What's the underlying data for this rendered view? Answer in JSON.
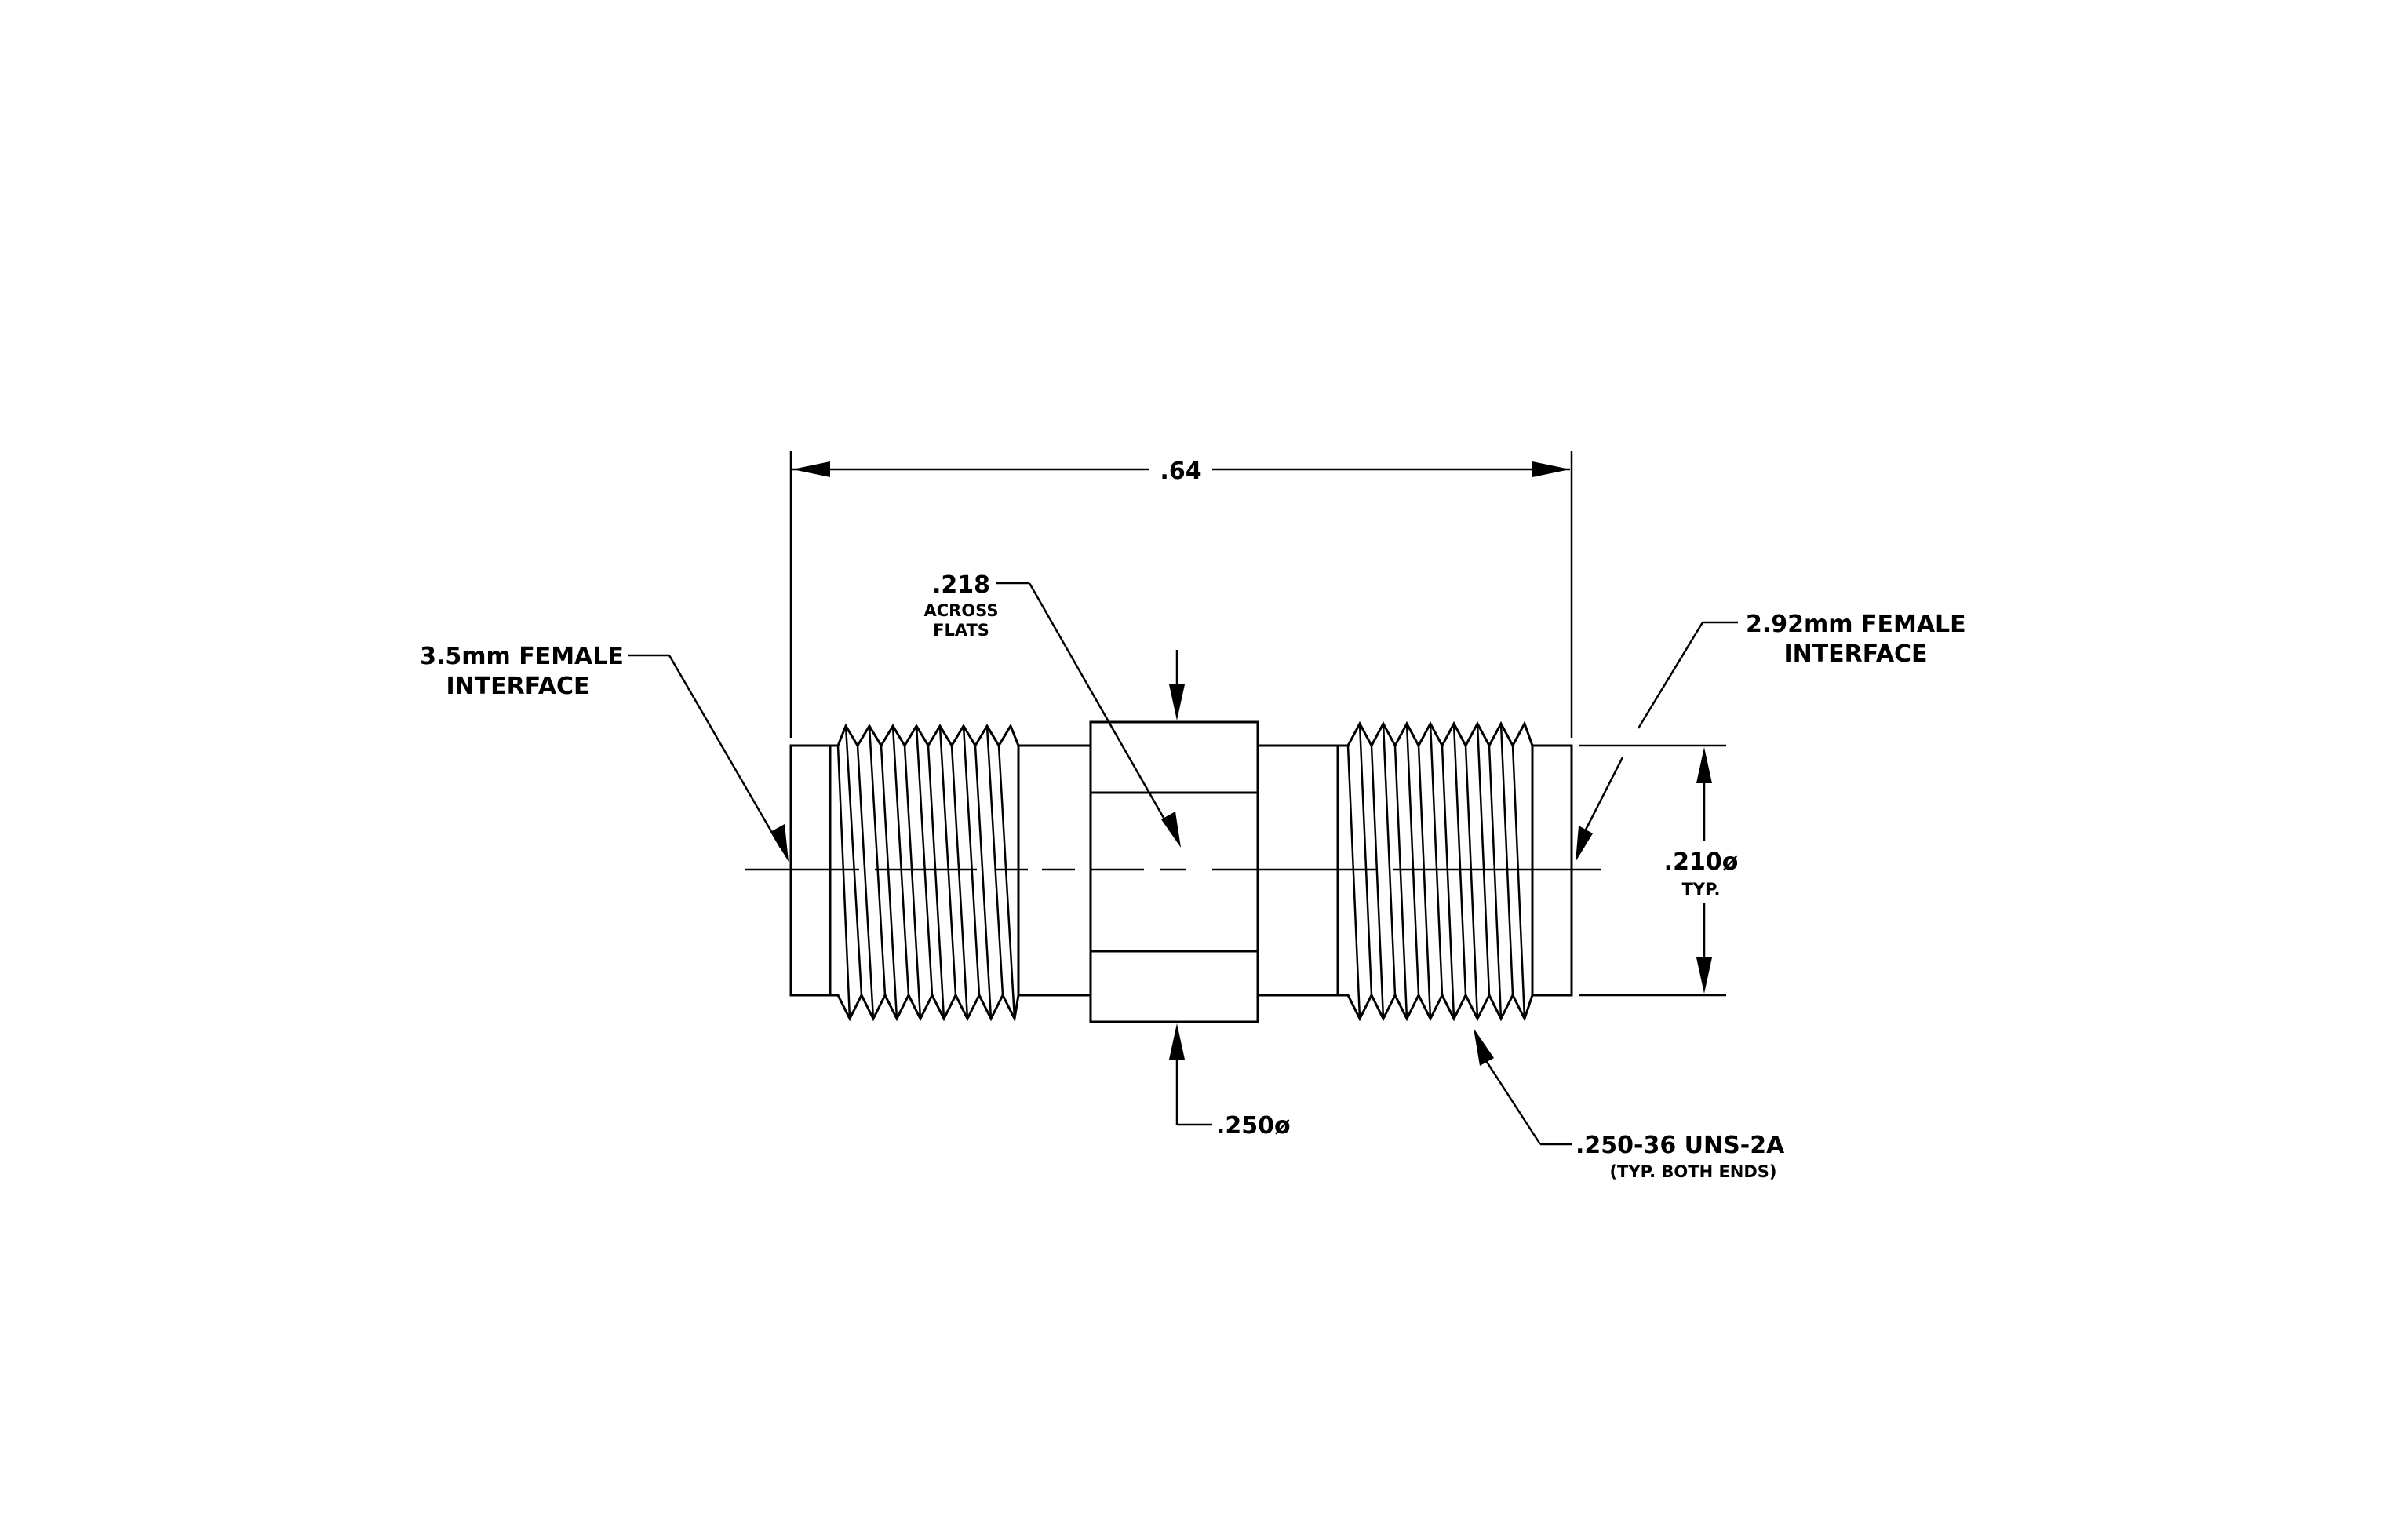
{
  "dimensions": {
    "overall_length": ".64",
    "across_flats": ".218",
    "across_flats_note_1": "ACROSS",
    "across_flats_note_2": "FLATS",
    "body_diameter": ".250ø",
    "interface_diameter": ".210ø",
    "interface_diameter_note": "TYP."
  },
  "callouts": {
    "left_interface_1": "3.5mm FEMALE",
    "left_interface_2": "INTERFACE",
    "right_interface_1": "2.92mm FEMALE",
    "right_interface_2": "INTERFACE",
    "thread_spec": ".250-36 UNS-2A",
    "thread_note": "(TYP. BOTH ENDS)"
  }
}
